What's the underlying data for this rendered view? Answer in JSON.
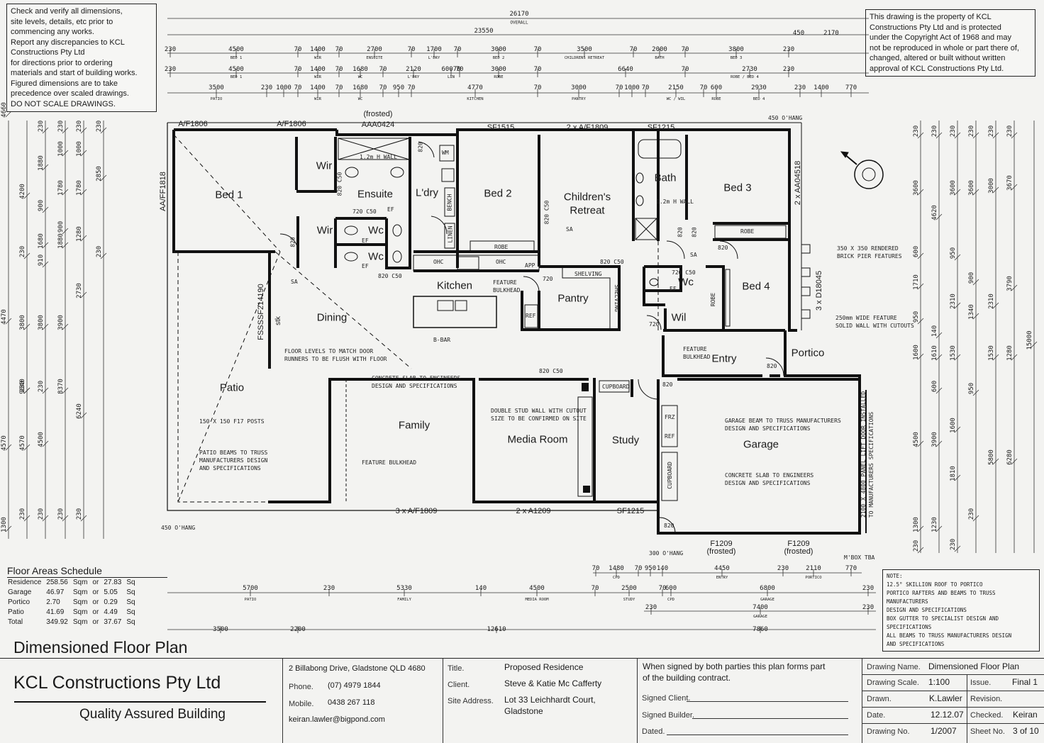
{
  "notes": {
    "check_lines": [
      "Check and verify all dimensions,",
      "site levels, details, etc prior to",
      "commencing any works.",
      "Report any discrepancies to KCL",
      "Constructions Pty Ltd",
      "for directions prior to ordering",
      "materials and start of building works.",
      "Figured dimensions are to take",
      "precedence over scaled drawings.",
      "DO NOT SCALE DRAWINGS."
    ],
    "copyright_lines": [
      "This drawing is the  property of KCL",
      "Constructions Pty Ltd and is protected",
      "under the Copyright Act of 1968 and may",
      "not be reproduced in whole or part there of,",
      "changed, altered or built without written",
      "approval of KCL Constructions Pty Ltd."
    ],
    "bottom_note_lines": [
      "NOTE:",
      "12.5° SKILLION ROOF TO PORTICO",
      "PORTICO RAFTERS AND BEAMS TO TRUSS MANUFACTURERS",
      "DESIGN AND SPECIFICATIONS",
      "BOX GUTTER TO SPECIALIST DESIGN AND SPECIFICATIONS",
      "ALL BEAMS TO TRUSS MANUFACTURERS DESIGN",
      "AND SPECIFICATIONS"
    ]
  },
  "rooms": {
    "bed1": "Bed 1",
    "wir1": "Wir",
    "wir2": "Wir",
    "ensuite": "Ensuite",
    "ldry": "L'dry",
    "bed2": "Bed 2",
    "childrens1": "Children's",
    "childrens2": "Retreat",
    "bath": "Bath",
    "bed3": "Bed 3",
    "wc1": "Wc",
    "wc2": "Wc",
    "wc3": "Wc",
    "kitchen": "Kitchen",
    "pantry": "Pantry",
    "dining": "Dining",
    "bed4": "Bed 4",
    "wil": "Wil",
    "entry": "Entry",
    "portico": "Portico",
    "patio": "Patio",
    "family": "Family",
    "media": "Media Room",
    "study": "Study",
    "garage": "Garage"
  },
  "windows": {
    "af1806a": "A/F1806",
    "af1806b": "A/F1806",
    "frosted_top": "(frosted)",
    "aaa0424": "AAA0424",
    "sf1515": "SF1515",
    "af1809x2": "2 x A/F1809",
    "sf1215_top": "SF1215",
    "aaff1818": "AA/FF1818",
    "aa04518": "2 x AA04518",
    "fsss": "FSSSSF214190",
    "d18045": "3 x D18045",
    "af1809x3": "3 x A/F1809",
    "a1209x2": "2 x A1209",
    "sf1215_bot": "SF1215",
    "f1209a": "F1209",
    "frosted_a": "(frosted)",
    "f1209b": "F1209",
    "frosted_b": "(frosted)"
  },
  "annotations": {
    "c820a": "820",
    "c820b": "820",
    "c820c": "820",
    "c820d": "820",
    "c820e": "820",
    "c820f": "820",
    "c820g": "820",
    "c820h": "820",
    "c820c50a": "820 C50",
    "c820c50b": "820 C50",
    "c820c50c": "820 C50",
    "c820c50d": "820 C50",
    "c720c50a": "720 C50",
    "c720c50b": "720 C50",
    "c720": "720",
    "c720b": "720",
    "wm": "WM",
    "bench": "BENCH",
    "linen": "LINEN",
    "robe1": "ROBE",
    "robe2": "ROBE",
    "robe3": "ROBE",
    "ohc1": "OHC",
    "ohc2": "OHC",
    "app": "APP",
    "shelving1": "SHELVING",
    "shelving2": "SHELVING",
    "ref1": "REF",
    "ref2": "REF",
    "frz": "FRZ",
    "cupboard1": "CUPBOARD",
    "cupboard2": "CUPBOARD",
    "stk": "stk",
    "bbar": "B-BAR",
    "wall12a": "1.2m H WALL",
    "wall12b": "1.2m H WALL",
    "ef1": "EF",
    "ef2": "EF",
    "ef3": "EF",
    "ef4": "EF",
    "sa1": "SA",
    "sa2": "SA",
    "sa3": "SA",
    "sa4": "SA",
    "ohang_tr": "450 O'HANG",
    "ohang_bl": "450 O'HANG",
    "ohang_bot": "300 O'HANG",
    "mbox": "M'BOX TBA",
    "pier": "350 X 350 RENDERED\nBRICK PIER FEATURES",
    "featwall": "250mm WIDE FEATURE\nSOLID WALL WITH CUTOUTS",
    "feat_bulk1": "FEATURE\nBULKHEAD",
    "feat_bulk2": "FEATURE\nBULKHEAD",
    "feat_bulk3": "FEATURE BULKHEAD",
    "floorlevels": "FLOOR LEVELS TO MATCH DOOR\nRUNNERS TO BE FLUSH WITH FLOOR",
    "slab1": "CONCRETE SLAB TO ENGINEERS\nDESIGN AND SPECIFICATIONS",
    "slab2": "CONCRETE SLAB TO ENGINEERS\nDESIGN AND SPECIFICATIONS",
    "posts": "150 X 150 F17 POSTS",
    "patiobeams": "PATIO BEAMS TO TRUSS\nMANUFACTURERS DESIGN\nAND SPECIFICATIONS",
    "doublestud": "DOUBLE STUD WALL WITH CUTOUT\nSIZE TO BE CONFIRMED ON SITE",
    "garagebeam": "GARAGE BEAM TO TRUSS MANUFACTURERS\nDESIGN AND SPECIFICATIONS",
    "panellift": "2100 X 4800 PANEL LIFT DOOR INSTALLED\nTO MANUFACTURERS SPECIFICATIONS"
  },
  "top_dims": {
    "overall": "26170",
    "overall_lbl": "OVERALL",
    "d23550": "23550",
    "d450": "450",
    "d2170": "2170",
    "row1": [
      [
        "230",
        240
      ],
      [
        "4500",
        333
      ],
      [
        "70",
        420
      ],
      [
        "1400",
        448
      ],
      [
        "70",
        478
      ],
      [
        "2700",
        528
      ],
      [
        "70",
        580
      ],
      [
        "1700",
        612
      ],
      [
        "70",
        645
      ],
      [
        "3000",
        703
      ],
      [
        "70",
        758
      ],
      [
        "3500",
        824
      ],
      [
        "70",
        893
      ],
      [
        "2000",
        930
      ],
      [
        "70",
        966
      ],
      [
        "3800",
        1038
      ],
      [
        "230",
        1112
      ]
    ],
    "row1_lbl": [
      [
        "BED 1",
        333
      ],
      [
        "WIR",
        448
      ],
      [
        "ENSUITE",
        528
      ],
      [
        "L'DRY",
        612
      ],
      [
        "BED 2",
        703
      ],
      [
        "CHILDRENS RETREAT",
        824
      ],
      [
        "BATH",
        930
      ],
      [
        "BED 3",
        1038
      ]
    ],
    "row2": [
      [
        "230",
        240
      ],
      [
        "4500",
        333
      ],
      [
        "70",
        420
      ],
      [
        "1400",
        448
      ],
      [
        "70",
        478
      ],
      [
        "1680",
        508
      ],
      [
        "70",
        540
      ],
      [
        "2120",
        583
      ],
      [
        "60070",
        636
      ],
      [
        "70",
        648
      ],
      [
        "3000",
        703
      ],
      [
        "70",
        758
      ],
      [
        "6640",
        882
      ],
      [
        "70",
        966
      ],
      [
        "2730",
        1057
      ],
      [
        "230",
        1112
      ]
    ],
    "row2_lbl": [
      [
        "BED 1",
        333
      ],
      [
        "WIR",
        448
      ],
      [
        "WC",
        508
      ],
      [
        "L'DRY",
        583
      ],
      [
        "LIN",
        636
      ],
      [
        "ROBE",
        703
      ],
      [
        "ROBE / BED 4",
        1050
      ]
    ],
    "row3": [
      [
        "3500",
        305
      ],
      [
        "230",
        376
      ],
      [
        "1000",
        400
      ],
      [
        "70",
        420
      ],
      [
        "1400",
        448
      ],
      [
        "70",
        478
      ],
      [
        "1680",
        508
      ],
      [
        "70",
        540
      ],
      [
        "950",
        562
      ],
      [
        "70",
        580
      ],
      [
        "4770",
        670
      ],
      [
        "70",
        758
      ],
      [
        "3000",
        816
      ],
      [
        "70",
        873
      ],
      [
        "1000",
        891
      ],
      [
        "70",
        910
      ],
      [
        "2150",
        953
      ],
      [
        "70",
        992
      ],
      [
        "600",
        1010
      ],
      [
        "2930",
        1070
      ],
      [
        "230",
        1128
      ],
      [
        "1400",
        1158
      ],
      [
        "770",
        1200
      ]
    ],
    "row3_lbl": [
      [
        "PATIO",
        305
      ],
      [
        "WIR",
        448
      ],
      [
        "WC",
        508
      ],
      [
        "KITCHEN",
        670
      ],
      [
        "PANTRY",
        816
      ],
      [
        "WC / WIL",
        953
      ],
      [
        "ROBE",
        1010
      ],
      [
        "BED 4",
        1070
      ]
    ]
  },
  "bottom_dims": {
    "r1": [
      [
        "70",
        840
      ],
      [
        "1480",
        869
      ],
      [
        "70",
        900
      ],
      [
        "950",
        917
      ],
      [
        "140",
        934
      ],
      [
        "4450",
        1018
      ],
      [
        "230",
        1104
      ],
      [
        "2110",
        1147
      ],
      [
        "770",
        1200
      ]
    ],
    "r1_lbl": [
      [
        "CPD",
        869
      ],
      [
        "ENTRY",
        1018
      ],
      [
        "PORTICO",
        1147
      ]
    ],
    "r2": [
      [
        "5700",
        353
      ],
      [
        "230",
        464
      ],
      [
        "5330",
        570
      ],
      [
        "140",
        678
      ],
      [
        "4500",
        757
      ],
      [
        "70",
        839
      ],
      [
        "2500",
        887
      ],
      [
        "70",
        934
      ],
      [
        "600",
        946
      ],
      [
        "6800",
        1082
      ],
      [
        "230",
        1224
      ]
    ],
    "r2_lbl": [
      [
        "PATIO",
        353
      ],
      [
        "FAMILY",
        570
      ],
      [
        "MEDIA ROOM",
        757
      ],
      [
        "STUDY",
        887
      ],
      [
        "CPD",
        946
      ],
      [
        "GARAGE",
        1082
      ]
    ],
    "r3": [
      [
        "230",
        918
      ],
      [
        "7400",
        1072
      ],
      [
        "230",
        1224
      ]
    ],
    "r3_lbl": [
      [
        "GARAGE",
        1072
      ]
    ],
    "r4": [
      [
        "3500",
        311
      ],
      [
        "2200",
        420
      ],
      [
        "12610",
        700
      ],
      [
        "7860",
        1072
      ]
    ]
  },
  "left_dims": {
    "outer": [
      [
        "4660",
        155
      ],
      [
        "4470",
        447
      ],
      [
        "4570",
        625
      ],
      [
        "1300",
        740
      ]
    ],
    "col2": [
      [
        "4200",
        270
      ],
      [
        "230",
        355
      ],
      [
        "3800",
        455
      ],
      [
        "230",
        545
      ],
      [
        "9040",
        545
      ],
      [
        "4570",
        625
      ],
      [
        "230",
        725
      ]
    ],
    "col3": [
      [
        "230",
        178
      ],
      [
        "1880",
        230
      ],
      [
        "900",
        290
      ],
      [
        "1680",
        340
      ],
      [
        "910",
        367
      ],
      [
        "3800",
        455
      ],
      [
        "230",
        545
      ],
      [
        "4500",
        620
      ],
      [
        "230",
        725
      ]
    ],
    "col4": [
      [
        "230",
        178
      ],
      [
        "1000",
        210
      ],
      [
        "1780",
        265
      ],
      [
        "900",
        320
      ],
      [
        "1880",
        340
      ],
      [
        "3900",
        455
      ],
      [
        "8370",
        545
      ],
      [
        "230",
        725
      ]
    ],
    "col5": [
      [
        "230",
        178
      ],
      [
        "1000",
        210
      ],
      [
        "1780",
        265
      ],
      [
        "1280",
        330
      ],
      [
        "2730",
        410
      ],
      [
        "6240",
        580
      ],
      [
        "230",
        725
      ]
    ],
    "col6": [
      [
        "230",
        178
      ],
      [
        "2850",
        245
      ],
      [
        "230",
        355
      ]
    ]
  },
  "right_dims": {
    "cols": [
      [
        [
          "230",
          185
        ],
        [
          "3600",
          265
        ],
        [
          "600",
          355
        ],
        [
          "1710",
          398
        ],
        [
          "950",
          447
        ],
        [
          "1600",
          497
        ],
        [
          "4500",
          620
        ],
        [
          "1300",
          740
        ],
        [
          "230",
          770
        ]
      ],
      [
        [
          "230",
          185
        ],
        [
          "4620",
          300
        ],
        [
          "140",
          467
        ],
        [
          "1610",
          498
        ],
        [
          "600",
          545
        ],
        [
          "3900",
          620
        ],
        [
          "1230",
          740
        ]
      ],
      [
        [
          "230",
          185
        ],
        [
          "3600",
          265
        ],
        [
          "950",
          357
        ],
        [
          "2310",
          425
        ],
        [
          "1530",
          498
        ],
        [
          "1600",
          600
        ],
        [
          "1810",
          668
        ],
        [
          "230",
          768
        ]
      ],
      [
        [
          "230",
          185
        ],
        [
          "3600",
          265
        ],
        [
          "900",
          392
        ],
        [
          "1340",
          440
        ],
        [
          "950",
          548
        ],
        [
          "230",
          725
        ]
      ],
      [
        [
          "230",
          185
        ],
        [
          "3000",
          262
        ],
        [
          "2310",
          425
        ],
        [
          "1530",
          498
        ],
        [
          "5800",
          645
        ]
      ],
      [
        [
          "230",
          185
        ],
        [
          "3670",
          258
        ],
        [
          "3790",
          400
        ],
        [
          "1280",
          498
        ],
        [
          "6280",
          645
        ]
      ],
      [
        [
          "15000",
          480
        ]
      ]
    ]
  },
  "schedule": {
    "title": "Floor Areas Schedule",
    "rows": [
      {
        "name": "Residence",
        "sqm": "258.56",
        "u1": "Sqm",
        "or": "or",
        "sq": "27.83",
        "u2": "Sq"
      },
      {
        "name": "Garage",
        "sqm": "46.97",
        "u1": "Sqm",
        "or": "or",
        "sq": "5.05",
        "u2": "Sq"
      },
      {
        "name": "Portico",
        "sqm": "2.70",
        "u1": "Sqm",
        "or": "or",
        "sq": "0.29",
        "u2": "Sq"
      },
      {
        "name": "Patio",
        "sqm": "41.69",
        "u1": "Sqm",
        "or": "or",
        "sq": "4.49",
        "u2": "Sq"
      },
      {
        "name": "Total",
        "sqm": "349.92",
        "u1": "Sqm",
        "or": "or",
        "sq": "37.67",
        "u2": "Sq"
      }
    ]
  },
  "titleblock": {
    "plan_title": "Dimensioned Floor Plan",
    "company": "KCL Constructions Pty Ltd",
    "tagline": "Quality Assured Building",
    "address": "2 Billabong Drive, Gladstone QLD 4680",
    "phone_lbl": "Phone.",
    "phone": "(07) 4979 1844",
    "mobile_lbl": "Mobile.",
    "mobile": "0438 267 118",
    "email": "keiran.lawler@bigpond.com",
    "title_lbl": "Title.",
    "title": "Proposed Residence",
    "client_lbl": "Client.",
    "client": "Steve & Katie Mc Cafferty",
    "site_lbl": "Site Address.",
    "site1": "Lot 33 Leichhardt Court,",
    "site2": "Gladstone",
    "contract1": "When signed by both parties this plan forms part",
    "contract2": "of the building contract.",
    "signed_client": "Signed Client.",
    "signed_builder": "Signed Builder.",
    "dated": "Dated.",
    "dname_lbl": "Drawing Name.",
    "dname": "Dimensioned Floor Plan",
    "scale_lbl": "Drawing Scale.",
    "scale": "1:100",
    "issue_lbl": "Issue.",
    "issue": "Final 1",
    "drawn_lbl": "Drawn.",
    "drawn": "K.Lawler",
    "rev_lbl": "Revision.",
    "date_lbl": "Date.",
    "date": "12.12.07",
    "checked_lbl": "Checked.",
    "checked": "Keiran",
    "dno_lbl": "Drawing No.",
    "dno": "1/2007",
    "sheet_lbl": "Sheet No.",
    "sheet": "3 of 10"
  }
}
